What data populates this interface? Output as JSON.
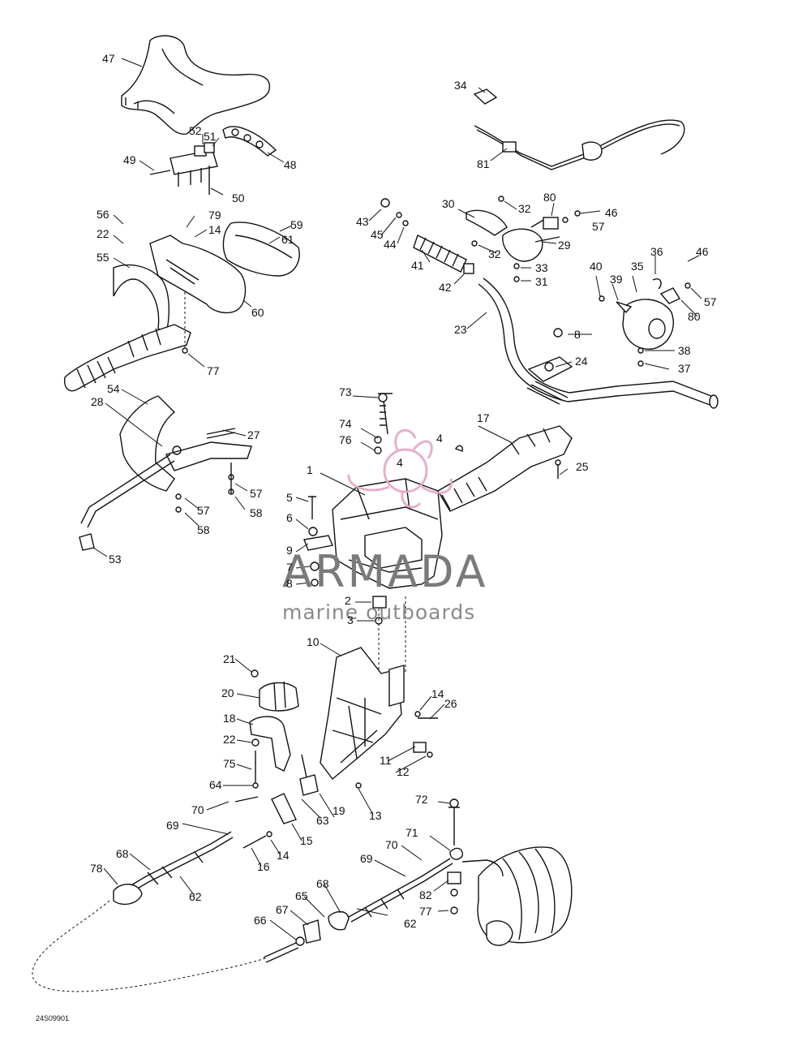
{
  "watermark": {
    "title": "ARMADA",
    "subtitle": "marine outboards"
  },
  "drawing_code": "24S09901",
  "callouts": {
    "c1": "1",
    "c2": "2",
    "c3": "3",
    "c4a": "4",
    "c4b": "4",
    "c5": "5",
    "c6": "6",
    "c7": "7",
    "c8a": "8",
    "c8b": "8",
    "c9": "9",
    "c10": "10",
    "c11": "11",
    "c12": "12",
    "c13": "13",
    "c14a": "14",
    "c14b": "14",
    "c14c": "14",
    "c15": "15",
    "c16": "16",
    "c17": "17",
    "c18": "18",
    "c19": "19",
    "c20": "20",
    "c21": "21",
    "c22a": "22",
    "c22b": "22",
    "c23": "23",
    "c24": "24",
    "c25": "25",
    "c26": "26",
    "c27": "27",
    "c28": "28",
    "c29": "29",
    "c30": "30",
    "c31": "31",
    "c32a": "32",
    "c32b": "32",
    "c33": "33",
    "c34": "34",
    "c35": "35",
    "c36": "36",
    "c37": "37",
    "c38": "38",
    "c39": "39",
    "c40": "40",
    "c41": "41",
    "c42": "42",
    "c43": "43",
    "c44": "44",
    "c45": "45",
    "c46a": "46",
    "c46b": "46",
    "c47": "47",
    "c48": "48",
    "c49": "49",
    "c50": "50",
    "c51": "51",
    "c52": "52",
    "c53": "53",
    "c54": "54",
    "c55": "55",
    "c56": "56",
    "c57a": "57",
    "c57b": "57",
    "c57c": "57",
    "c57d": "57",
    "c58a": "58",
    "c58b": "58",
    "c59": "59",
    "c60": "60",
    "c61": "61",
    "c62a": "62",
    "c62b": "62",
    "c63": "63",
    "c64": "64",
    "c65": "65",
    "c66": "66",
    "c67": "67",
    "c68a": "68",
    "c68b": "68",
    "c69a": "69",
    "c69b": "69",
    "c70a": "70",
    "c70b": "70",
    "c71": "71",
    "c72": "72",
    "c73": "73",
    "c74": "74",
    "c75": "75",
    "c76": "76",
    "c77a": "77",
    "c77b": "77",
    "c78": "78",
    "c79": "79",
    "c80a": "80",
    "c80b": "80",
    "c81": "81",
    "c82": "82"
  },
  "colors": {
    "line": "#111111",
    "watermark_pink": "#e4a6c6",
    "watermark_gray": "#7a7a7a",
    "background": "#ffffff"
  }
}
